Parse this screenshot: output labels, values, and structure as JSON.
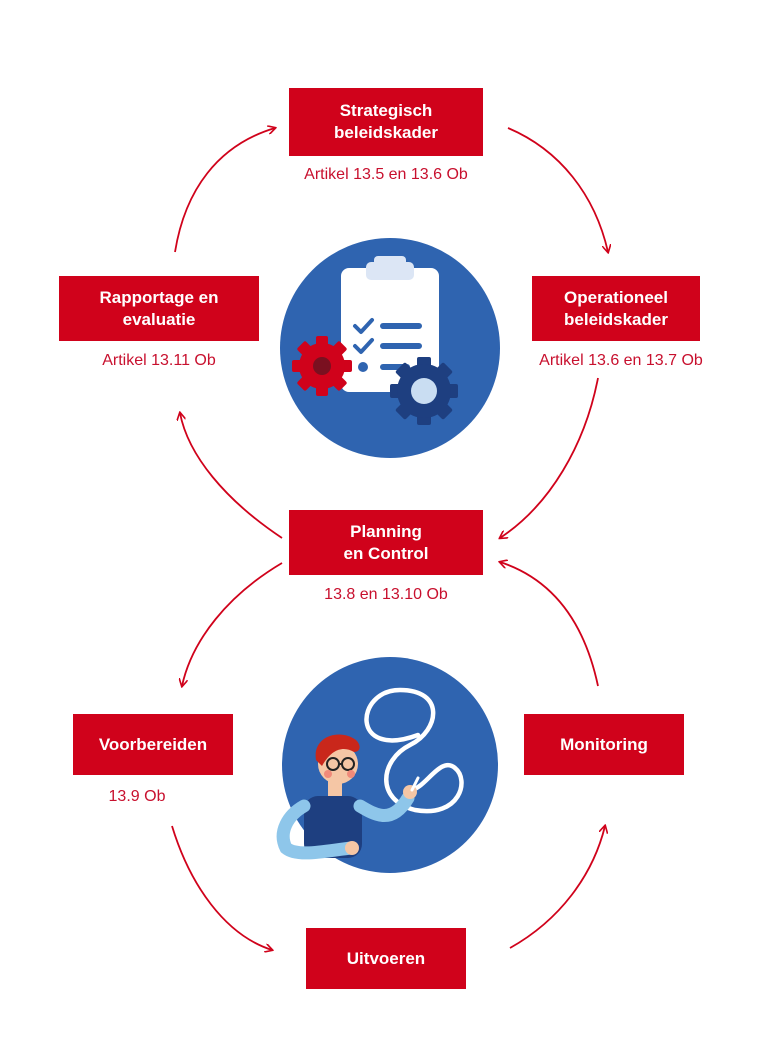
{
  "colors": {
    "box_fill": "#d0021b",
    "box_text": "#ffffff",
    "article_text": "#c8102e",
    "arrow": "#d0021b",
    "circle_fill": "#2f64b0"
  },
  "icons": {
    "top_circle": "clipboard-checklist-with-gears-icon",
    "bottom_circle": "teacher-drawing-figure-eight-icon"
  },
  "nodes": {
    "strategisch": {
      "line1": "Strategisch",
      "line2": "beleidskader",
      "article": "Artikel 13.5 en 13.6 Ob"
    },
    "operationeel": {
      "line1": "Operationeel",
      "line2": "beleidskader",
      "article": "Artikel 13.6 en 13.7 Ob"
    },
    "rapportage": {
      "line1": "Rapportage en",
      "line2": "evaluatie",
      "article": "Artikel 13.11 Ob"
    },
    "planning": {
      "line1": "Planning",
      "line2": "en Control",
      "article": "13.8 en 13.10 Ob"
    },
    "voorbereiden": {
      "label": "Voorbereiden",
      "article": "13.9 Ob"
    },
    "monitoring": {
      "label": "Monitoring"
    },
    "uitvoeren": {
      "label": "Uitvoeren"
    }
  }
}
